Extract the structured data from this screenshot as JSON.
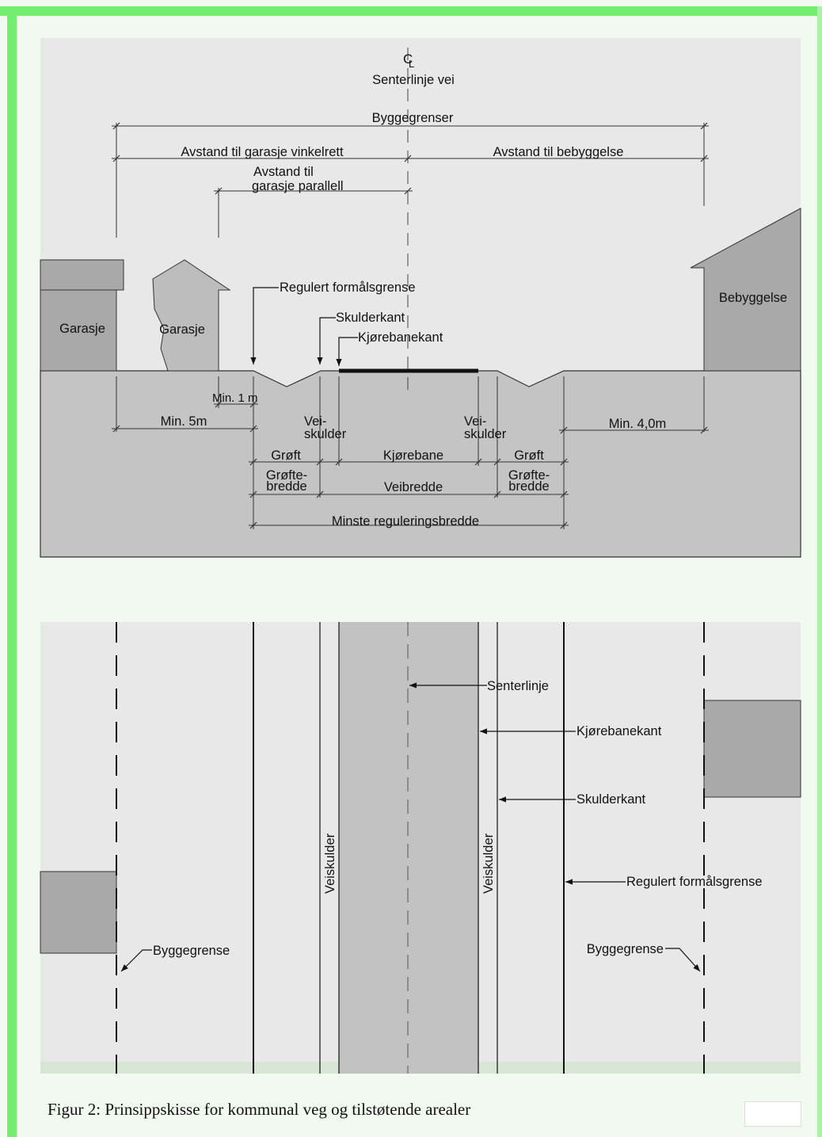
{
  "section": {
    "centerline_symbol": "C",
    "centerline_symbol_sub": "L",
    "centerline_title": "Senterlinje vei",
    "byggegrenser": "Byggegrenser",
    "avstand_vinkelrett": "Avstand til garasje vinkelrett",
    "avstand_bebyggelse": "Avstand til bebyggelse",
    "avstand_parallell_line1": "Avstand til",
    "avstand_parallell_line2": "garasje parallell",
    "regulert_formalsgrense": "Regulert formålsgrense",
    "skulderkant": "Skulderkant",
    "kjorebanekant": "Kjørebanekant",
    "garasje_left": "Garasje",
    "garasje_mid": "Garasje",
    "bebyggelse": "Bebyggelse",
    "min_1m": "Min. 1 m",
    "min_5m": "Min. 5m",
    "min_4m": "Min. 4,0m",
    "veiskulder_left_line1": "Vei-",
    "veiskulder_left_line2": "skulder",
    "veiskulder_right_line1": "Vei-",
    "veiskulder_right_line2": "skulder",
    "groft_left": "Grøft",
    "kjorebane": "Kjørebane",
    "groft_right": "Grøft",
    "groftebredde_left_line1": "Grøfte-",
    "groftebredde_left_line2": "bredde",
    "veibredde": "Veibredde",
    "groftebredde_right_line1": "Grøfte-",
    "groftebredde_right_line2": "bredde",
    "minste_reguleringsbredde": "Minste reguleringsbredde"
  },
  "plan": {
    "senterlinje": "Senterlinje",
    "kjorebanekant": "Kjørebanekant",
    "skulderkant": "Skulderkant",
    "regulert_formalsgrense": "Regulert formålsgrense",
    "veiskulder_left": "Veiskulder",
    "veiskulder_right": "Veiskulder",
    "byggegrense_left": "Byggegrense",
    "byggegrense_right": "Byggegrense"
  },
  "caption": "Figur 2: Prinsippskisse for kommunal veg og tilstøtende arealer",
  "colors": {
    "border_green": "#74ee6e",
    "panel_bg": "#e8e8e8",
    "ground": "#c4c4c4",
    "building": "#a9a9a9",
    "carriageway": "#c2c2c2"
  }
}
